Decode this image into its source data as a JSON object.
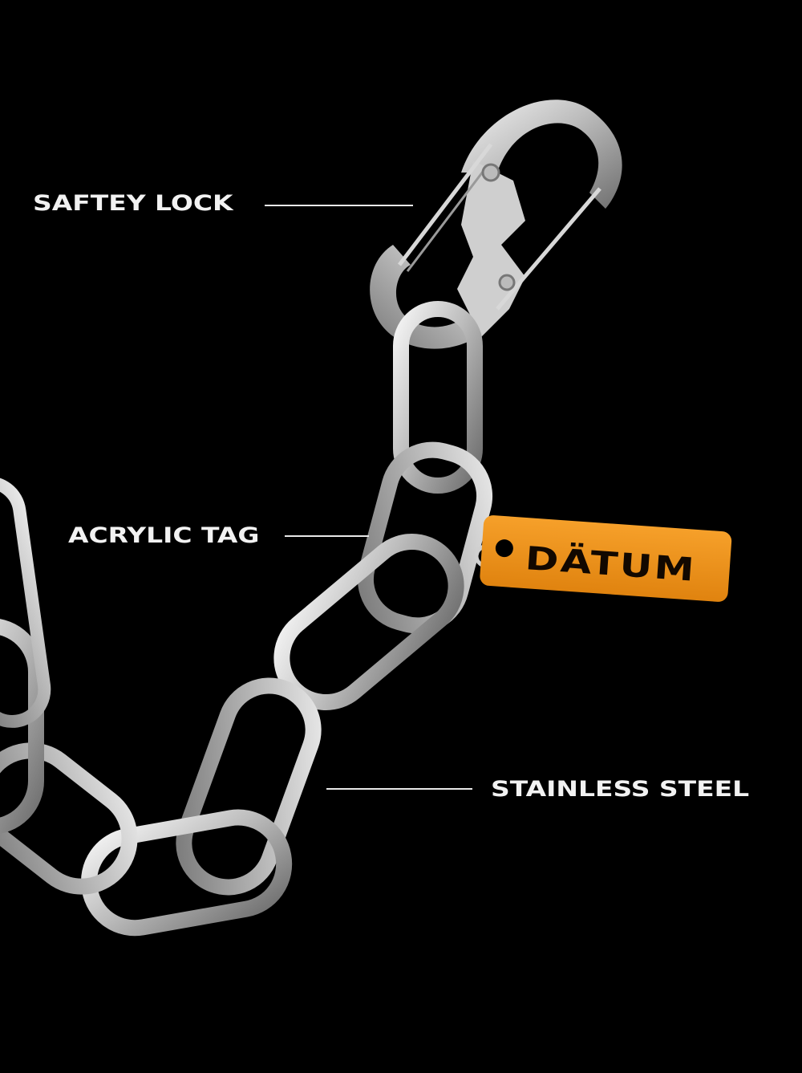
{
  "image": {
    "background": "#000000",
    "subject": "stainless steel chain with S-carabiner and orange acrylic tag"
  },
  "callouts": [
    {
      "id": "safety-lock",
      "label": "SAFTEY LOCK"
    },
    {
      "id": "acrylic-tag",
      "label": "ACRYLIC TAG"
    },
    {
      "id": "stainless-steel",
      "label": "STAINLESS STEEL"
    }
  ],
  "tag": {
    "brand": "DÄTUM",
    "color": "#f0921c",
    "text_color": "#120800"
  },
  "colors": {
    "steel_light": "#e6e6e6",
    "steel_mid": "#a9a9a9",
    "steel_dark": "#5a5a5a",
    "label_text": "#f2f2f2"
  }
}
